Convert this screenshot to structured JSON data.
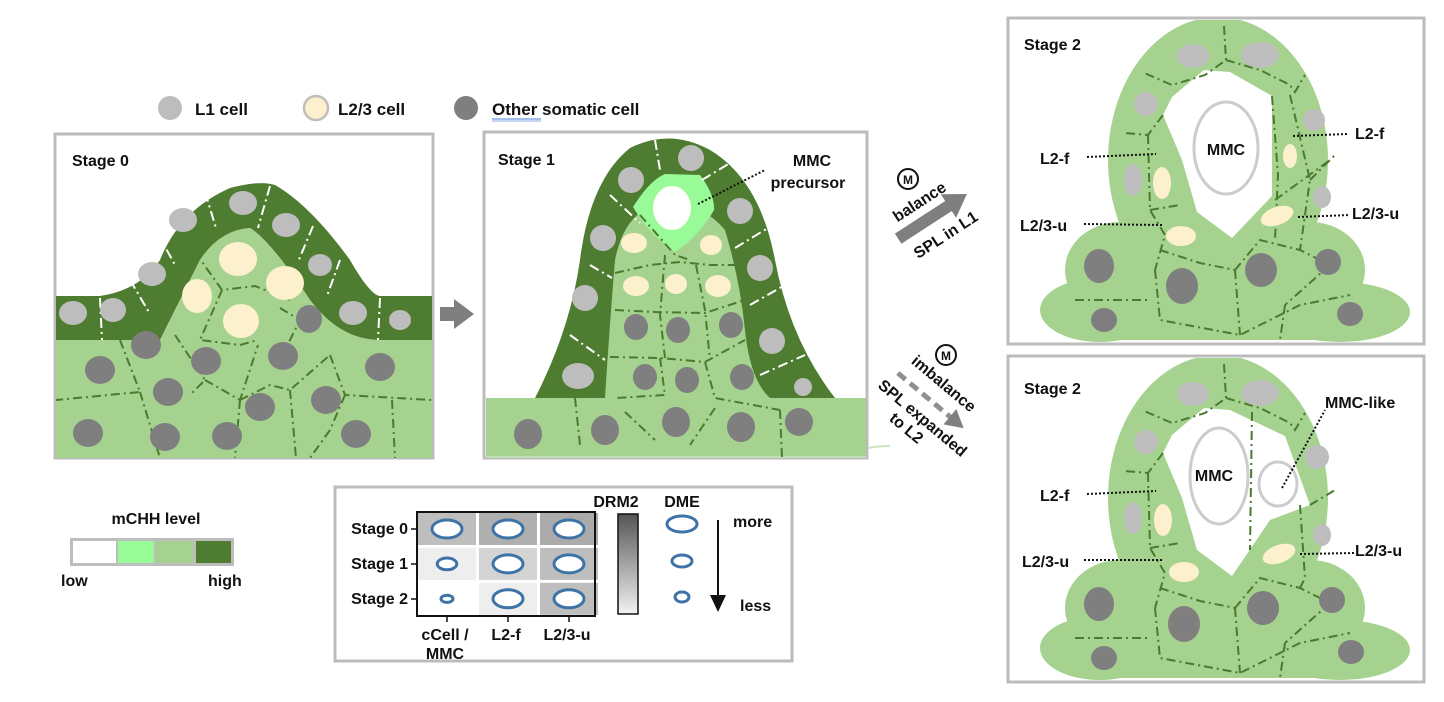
{
  "legend": {
    "items": [
      {
        "label": "L1 cell",
        "icon": "l1-cell-circle-icon",
        "color": "#bdbdbd"
      },
      {
        "label": "L2/3 cell",
        "icon": "l23-cell-circle-icon",
        "color": "#fdf0cc"
      },
      {
        "label": "Other somatic cell",
        "icon": "somatic-cell-circle-icon",
        "color": "#7f7f7f"
      }
    ]
  },
  "panels": {
    "stage0": {
      "title": "Stage 0"
    },
    "stage1": {
      "title": "Stage 1",
      "annotation_line1": "MMC",
      "annotation_line2": "precursor"
    },
    "stage2_top": {
      "title": "Stage 2",
      "mmc": "MMC",
      "l2f_left": "L2-f",
      "l2f_right": "L2-f",
      "l23u_left": "L2/3-u",
      "l23u_right": "L2/3-u"
    },
    "stage2_bottom": {
      "title": "Stage 2",
      "mmc": "MMC",
      "mmc_like": "MMC-like",
      "l2f_left": "L2-f",
      "l23u_left": "L2/3-u",
      "l23u_right": "L2/3-u"
    }
  },
  "transitions": {
    "balance": {
      "marker": "M",
      "top": "balance",
      "bottom": "SPL in L1"
    },
    "imbalance": {
      "marker": "M",
      "top": "imbalance",
      "bottom_line1": "SPL expanded",
      "bottom_line2": "to L2"
    }
  },
  "mchh_scale": {
    "title": "mCHH level",
    "low": "low",
    "high": "high",
    "colors": [
      "#ffffff",
      "#98fb98",
      "#a5d38f",
      "#4e7d31"
    ]
  },
  "heatmap": {
    "rows": [
      "Stage 0",
      "Stage 1",
      "Stage 2"
    ],
    "cols_line1": [
      "cCell /",
      "L2-f",
      "L2/3-u"
    ],
    "cols_line2": [
      "MMC",
      "",
      ""
    ],
    "drm2_gray": [
      [
        0.55,
        0.45,
        0.42
      ],
      [
        0.88,
        0.7,
        0.55
      ],
      [
        1.0,
        0.88,
        0.55
      ]
    ],
    "dme_size": [
      [
        1.0,
        1.0,
        1.0
      ],
      [
        0.65,
        1.0,
        1.0
      ],
      [
        0.4,
        1.0,
        1.0
      ]
    ],
    "drm2_label": "DRM2",
    "dme_label": "DME",
    "more": "more",
    "less": "less"
  },
  "colors": {
    "mchh_high": "#4e7d31",
    "mchh_mid": "#a5d38f",
    "mchh_light": "#98fb98",
    "frame": "#bcbcbc",
    "arrow": "#7f7f7f",
    "dme_ring": "#3e73a8"
  }
}
